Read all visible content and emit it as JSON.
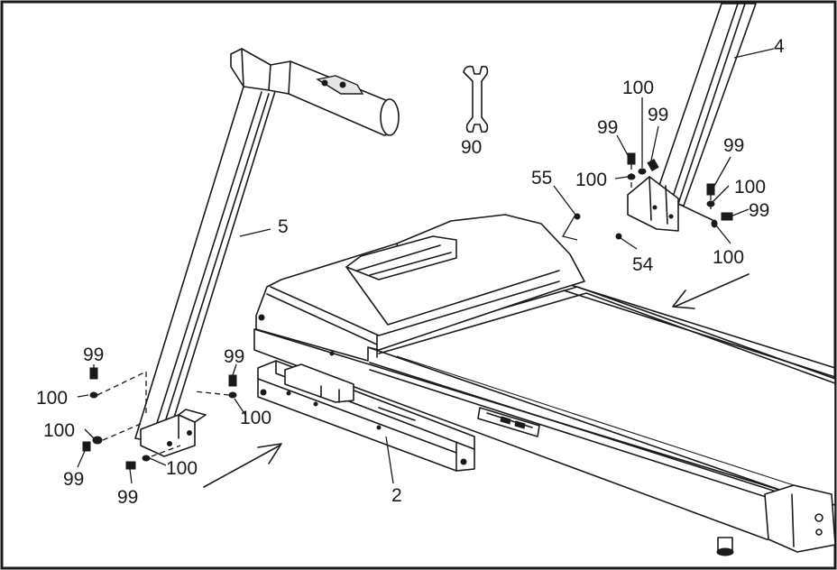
{
  "callouts": {
    "part_4": "4",
    "part_5": "5",
    "part_2": "2",
    "part_90": "90",
    "part_55": "55",
    "part_54": "54",
    "r_100_a": "100",
    "r_99_a": "99",
    "r_99_b": "99",
    "r_99_c": "99",
    "r_100_b": "100",
    "r_100_c": "100",
    "r_99_d": "99",
    "r_100_d": "100",
    "l_99_a": "99",
    "l_100_a": "100",
    "l_100_b": "100",
    "l_99_b": "99",
    "l_99_c": "99",
    "l_100_c": "100",
    "m_99": "99",
    "m_100": "100"
  },
  "colors": {
    "ink": "#1a1a1a",
    "paper": "#ffffff",
    "frame": "#1a1a1a"
  }
}
